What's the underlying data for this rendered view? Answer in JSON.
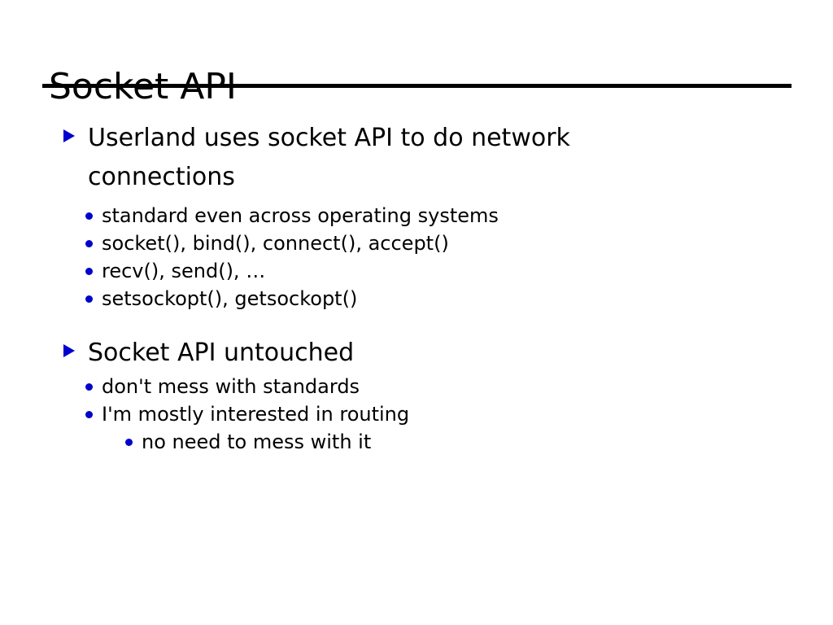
{
  "slide": {
    "title": "Socket API",
    "colors": {
      "background": "#ffffff",
      "text": "#000000",
      "bullet_accent": "#0000cc",
      "rule": "#000000"
    },
    "bullet_icons": {
      "level1": "blue-triangle-bullet-icon",
      "level2": "blue-dot-bullet-icon",
      "level3": "blue-dot-bullet-icon"
    },
    "content": [
      {
        "level": 1,
        "text": "Userland uses socket API to do network connections"
      },
      {
        "level": 2,
        "text": "standard even across operating systems"
      },
      {
        "level": 2,
        "text": "socket(), bind(), connect(), accept()"
      },
      {
        "level": 2,
        "text": "recv(), send(), …"
      },
      {
        "level": 2,
        "text": "setsockopt(), getsockopt()"
      },
      {
        "level": 1,
        "text": "Socket API untouched"
      },
      {
        "level": 2,
        "text": "don't mess with standards"
      },
      {
        "level": 2,
        "text": "I'm mostly interested in routing"
      },
      {
        "level": 3,
        "text": "no need to mess with it"
      }
    ]
  }
}
